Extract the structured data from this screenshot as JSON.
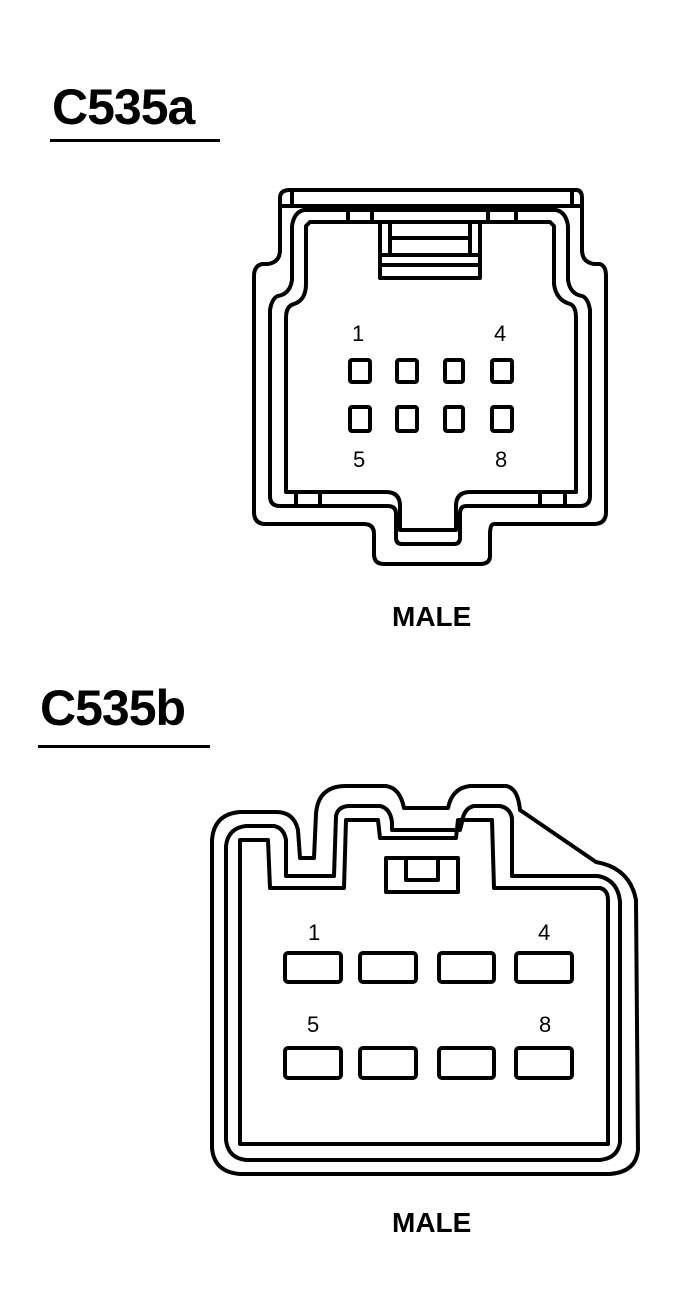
{
  "connectors": [
    {
      "id": "C535a",
      "title": "C535a",
      "gender": "MALE",
      "pin_count": 8,
      "rows": 2,
      "cols": 4,
      "pin_labels": {
        "top_left": "1",
        "top_right": "4",
        "bottom_left": "5",
        "bottom_right": "8"
      },
      "pin_shape": "square"
    },
    {
      "id": "C535b",
      "title": "C535b",
      "gender": "MALE",
      "pin_count": 8,
      "rows": 2,
      "cols": 4,
      "pin_labels": {
        "top_left": "1",
        "top_right": "4",
        "bottom_left": "5",
        "bottom_right": "8"
      },
      "pin_shape": "rectangle"
    }
  ],
  "colors": {
    "line": "#000000",
    "background": "#ffffff"
  }
}
